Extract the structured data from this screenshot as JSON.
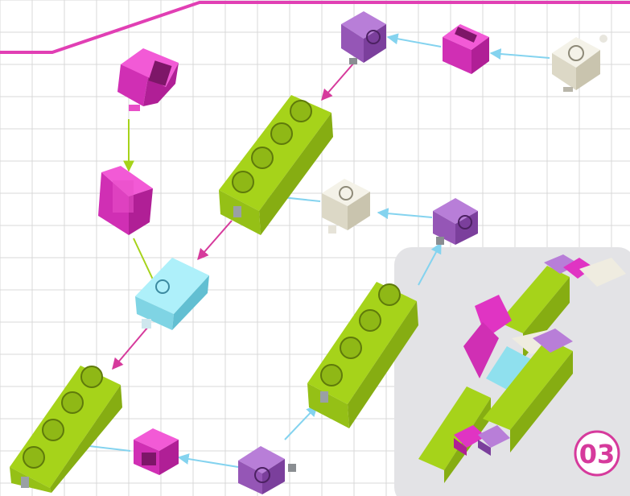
{
  "step": {
    "number": "03"
  },
  "colors": {
    "grid": "#d9d9d9",
    "header_line": "#e13fb4",
    "lime": "#a6d31a",
    "magenta": "#e034c3",
    "purple": "#a35bc4",
    "white_block": "#efece0",
    "cyan": "#8fe0ee",
    "arrow_magenta": "#d63a9c",
    "arrow_cyan": "#84d3ef",
    "arrow_lime": "#a6d31a",
    "inset_bg": "#e3e3e6",
    "badge": "#d63a9c"
  },
  "parts": [
    {
      "name": "white-cube-top-right",
      "kind": "cube",
      "color": "white_block"
    },
    {
      "name": "magenta-bracket-top",
      "kind": "bracket",
      "color": "magenta"
    },
    {
      "name": "purple-cube-top",
      "kind": "cube",
      "color": "purple"
    },
    {
      "name": "lime-beam-upper",
      "kind": "beam",
      "color": "lime"
    },
    {
      "name": "white-cube-middle",
      "kind": "cube",
      "color": "white_block"
    },
    {
      "name": "purple-cube-middle-right",
      "kind": "cube",
      "color": "purple"
    },
    {
      "name": "magenta-corner-left",
      "kind": "corner",
      "color": "magenta"
    },
    {
      "name": "magenta-bracket-left",
      "kind": "bracket",
      "color": "magenta"
    },
    {
      "name": "cyan-block-center",
      "kind": "cube",
      "color": "cyan"
    },
    {
      "name": "lime-beam-right",
      "kind": "beam",
      "color": "lime"
    },
    {
      "name": "lime-beam-lower-left",
      "kind": "beam",
      "color": "lime"
    },
    {
      "name": "magenta-bracket-bottom",
      "kind": "bracket",
      "color": "magenta"
    },
    {
      "name": "purple-cube-bottom",
      "kind": "cube",
      "color": "purple"
    }
  ]
}
